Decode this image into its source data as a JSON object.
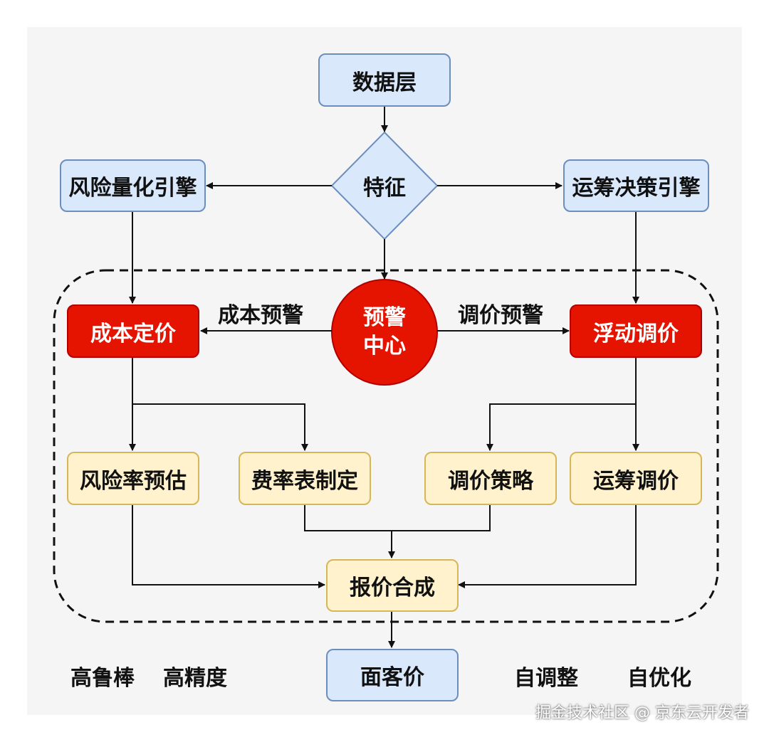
{
  "nodes": {
    "data_layer": "数据层",
    "feature": "特征",
    "risk_engine": "风险量化引擎",
    "ops_engine": "运筹决策引擎",
    "alert_center_line1": "预警",
    "alert_center_line2": "中心",
    "cost_pricing": "成本定价",
    "floating_pricing": "浮动调价",
    "risk_rate": "风险率预估",
    "rate_table": "费率表制定",
    "pricing_strategy": "调价策略",
    "ops_pricing": "运筹调价",
    "quote_synthesis": "报价合成",
    "face_price": "面客价"
  },
  "edge_labels": {
    "cost_alert": "成本预警",
    "price_alert": "调价预警"
  },
  "attributes": {
    "robust": "高鲁棒",
    "precision": "高精度",
    "self_adjust": "自调整",
    "self_optimize": "自优化"
  },
  "watermark": "掘金技术社区 @ 京东云开发者",
  "colors": {
    "blue_fill": "#dae8fc",
    "blue_stroke": "#6c8ebf",
    "red_fill": "#e51400",
    "yellow_fill": "#fff2cc",
    "yellow_stroke": "#d6b656"
  }
}
